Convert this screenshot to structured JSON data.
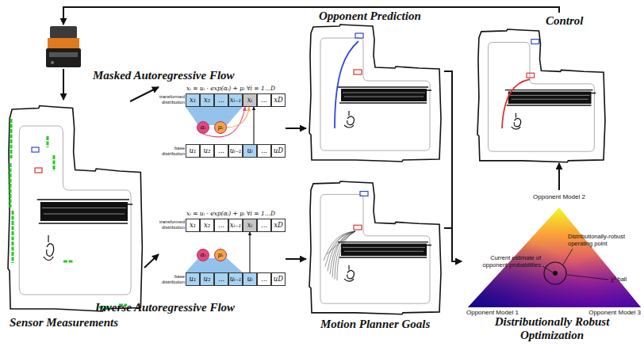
{
  "diagram": {
    "nodes": [
      {
        "text": [
          "Sensor Measurements"
        ]
      },
      {
        "text": [
          "Masked Autoregressive Flow"
        ]
      },
      {
        "text": [
          "x₁"
        ],
        "in": 1
      },
      {
        "text": [
          "x₂"
        ],
        "in": 1
      },
      {
        "text": [
          "..."
        ],
        "in": 1
      },
      {
        "text": [
          "xᵢ₋₁"
        ],
        "in": 1
      },
      {
        "text": [
          "xᵢ"
        ],
        "in": 1
      },
      {
        "text": [
          "..."
        ],
        "in": 1
      },
      {
        "text": [
          "xD"
        ],
        "in": 1
      },
      {
        "text": [
          "αᵢ"
        ],
        "in": 1
      },
      {
        "text": [
          "μᵢ"
        ],
        "in": 1
      },
      {
        "text": [
          "u₁"
        ],
        "in": 1
      },
      {
        "text": [
          "u₂"
        ],
        "in": 1
      },
      {
        "text": [
          "..."
        ],
        "in": 1
      },
      {
        "text": [
          "uᵢ₋₁"
        ],
        "in": 1
      },
      {
        "text": [
          "uᵢ"
        ],
        "in": 1
      },
      {
        "text": [
          "..."
        ],
        "in": 1
      },
      {
        "text": [
          "uD"
        ],
        "in": 1
      },
      {
        "text": [
          "Inverse Autoregressive Flow"
        ]
      },
      {
        "text": [
          "x₁"
        ],
        "in": 18
      },
      {
        "text": [
          "x₂"
        ],
        "in": 18
      },
      {
        "text": [
          "..."
        ],
        "in": 18
      },
      {
        "text": [
          "xᵢ₋₁"
        ],
        "in": 18
      },
      {
        "text": [
          "xᵢ"
        ],
        "in": 18
      },
      {
        "text": [
          "..."
        ],
        "in": 18
      },
      {
        "text": [
          "xD"
        ],
        "in": 18
      },
      {
        "text": [
          "αᵢ"
        ],
        "in": 18
      },
      {
        "text": [
          "μᵢ"
        ],
        "in": 18
      },
      {
        "text": [
          "u₁"
        ],
        "in": 18
      },
      {
        "text": [
          "u₂"
        ],
        "in": 18
      },
      {
        "text": [
          "..."
        ],
        "in": 18
      },
      {
        "text": [
          "uᵢ₋₁"
        ],
        "in": 18
      },
      {
        "text": [
          "uᵢ"
        ],
        "in": 18
      },
      {
        "text": [
          "..."
        ],
        "in": 18
      },
      {
        "text": [
          "uD"
        ],
        "in": 18
      },
      {
        "text": [
          "Opponent Prediction"
        ]
      },
      {
        "text": [
          "Motion Planner Goals"
        ]
      },
      {
        "text": [
          "Control"
        ]
      },
      {
        "text": [
          "Distributionally Robust Optimization"
        ]
      }
    ],
    "edges": [
      {
        "from": 0,
        "to": 1,
        "arrow": "to"
      },
      {
        "from": 0,
        "to": 18,
        "arrow": "to"
      },
      {
        "from": 1,
        "to": 35,
        "arrow": "to"
      },
      {
        "from": 18,
        "to": 36,
        "arrow": "to"
      },
      {
        "from": 35,
        "to": 38,
        "arrow": "to"
      },
      {
        "from": 36,
        "to": 38,
        "arrow": "to"
      },
      {
        "from": 38,
        "to": 37,
        "arrow": "to"
      },
      {
        "from": 9,
        "to": 6,
        "arrow": "to"
      },
      {
        "from": 10,
        "to": 6,
        "arrow": "to"
      },
      {
        "from": 15,
        "to": 6,
        "arrow": "to"
      },
      {
        "from": 32,
        "to": 23,
        "arrow": "to"
      }
    ],
    "labels": [
      "xᵢ = uᵢ · exp(αᵢ) + μᵢ ∀i = 1...D",
      "transformed distribution",
      "base distribution",
      "xᵢ = uᵢ · exp(αᵢ) + μᵢ ∀i = 1...D",
      "transformed distribution",
      "base distribution",
      "Opponent Model 2",
      "Current estimate of opponent probabilities",
      "Distributionally-robust operating point",
      "χ² ball",
      "Opponent Model 1",
      "Opponent Model 3"
    ]
  }
}
